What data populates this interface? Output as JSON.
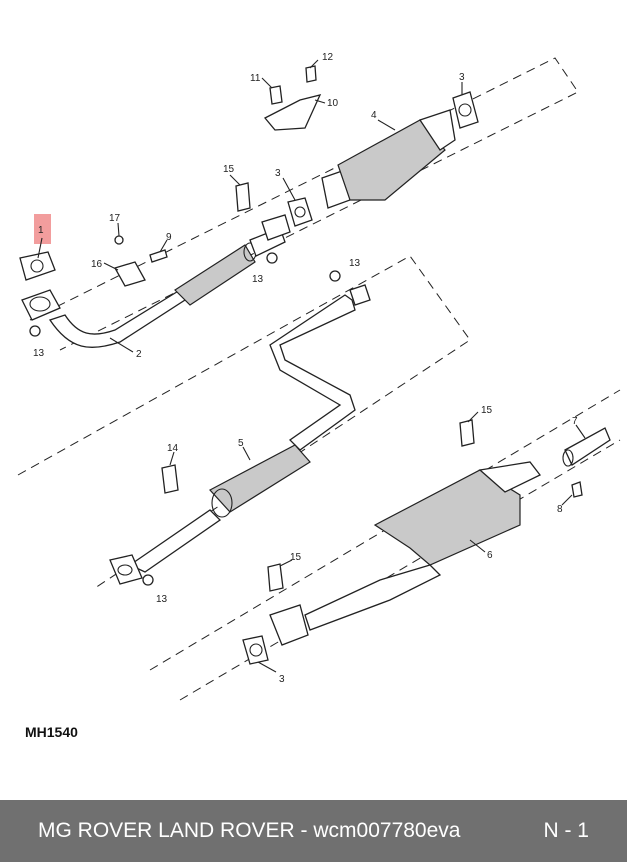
{
  "diagram": {
    "code": "MH1540",
    "callouts": [
      "1",
      "2",
      "3",
      "4",
      "5",
      "6",
      "7",
      "8",
      "9",
      "10",
      "11",
      "12",
      "13",
      "14",
      "15",
      "16",
      "17"
    ],
    "highlight_color": "#f08c8c"
  },
  "footer": {
    "text": "MG ROVER LAND ROVER - wcm007780eva",
    "page": "N - 1",
    "background": "#707070"
  }
}
